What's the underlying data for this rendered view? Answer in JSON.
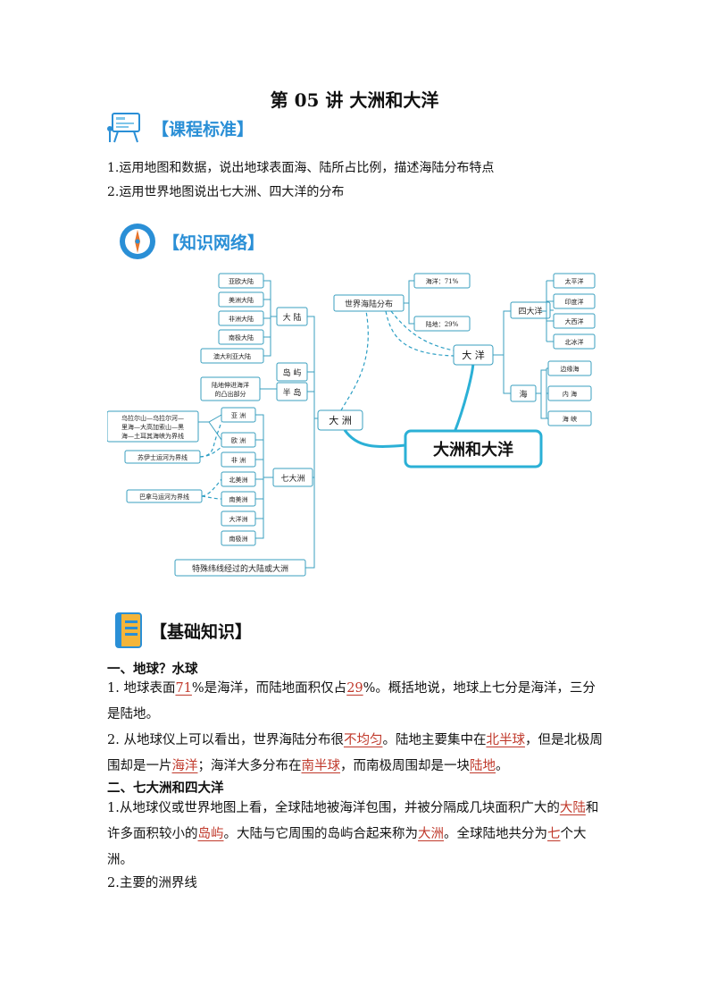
{
  "page_title": "第 05 讲  大洲和大洋",
  "sections": {
    "standard": "【课程标准】",
    "network": "【知识网络】",
    "basic": "【基础知识】"
  },
  "standards": [
    "1.运用地图和数据，说出地球表面海、陆所占比例，描述海陆分布特点",
    "2.运用世界地图说出七大洲、四大洋的分布"
  ],
  "mindmap": {
    "center": "大洲和大洋",
    "dazhou": "大 洲",
    "dayang": "大 洋",
    "dalu": "大 陆",
    "daoyu": "岛 屿",
    "bandao": "半 岛",
    "qidazhou": "七大洲",
    "special": "特殊纬线经过的大陆或大洲",
    "continents": [
      "亚欧大陆",
      "美洲大陆",
      "非洲大陆",
      "南极大陆",
      "澳大利亚大陆"
    ],
    "peninsula_note": [
      "陆地伸进海洋",
      "的凸出部分"
    ],
    "seven": [
      "亚 洲",
      "欧 洲",
      "非 洲",
      "北美洲",
      "南美洲",
      "大洋洲",
      "南极洲"
    ],
    "asia_europe_note": [
      "乌拉尔山—乌拉尔河—",
      "里海—大高加索山—黑",
      "海—土耳其海峡为界线"
    ],
    "suez_note": "苏伊士运河为界线",
    "panama_note": "巴拿马运河为界线",
    "world": "世界海陆分布",
    "ocean_pct": "海洋：71%",
    "land_pct": "陆地：29%",
    "four_oceans": "四大洋",
    "oceans": [
      "太平洋",
      "印度洋",
      "大西洋",
      "北冰洋"
    ],
    "hai": "海",
    "hai_items": [
      "边缘海",
      "内 海",
      "海 峡"
    ]
  },
  "basic": {
    "h1": "一、地球？水球",
    "p1": {
      "a": "1. 地球表面",
      "b1": "71",
      "c": "%是海洋，而陆地面积仅占",
      "b2": "29",
      "d": "%。概括地说，地球上七分是海洋，三分是陆地。"
    },
    "p2": {
      "a": "2. 从地球仪上可以看出，世界海陆分布很",
      "b1": "不均匀",
      "c": "。陆地主要集中在",
      "b2": "北半球",
      "d": "，但是北极周围却是一片",
      "b3": "海洋",
      "e": "；海洋大多分布在",
      "b4": "南半球",
      "f": "，而南极周围却是一块",
      "b5": "陆地",
      "g": "。"
    },
    "h2": "二、七大洲和四大洋",
    "p3": {
      "a": "1.从地球仪或世界地图上看，全球陆地被海洋包围，并被分隔成几块面积广大的",
      "b1": "大陆",
      "c": "和许多面积较小的",
      "b2": "岛屿",
      "d": "。大陆与它周围的岛屿合起来称为",
      "b3": "大洲",
      "e": "。全球陆地共分为",
      "b4": "七",
      "f": "个大洲。"
    },
    "p4": "2.主要的洲界线"
  },
  "colors": {
    "accent_blue": "#2a8fd6",
    "blank_red": "#c0392b",
    "map_line": "#3a9fbf"
  }
}
